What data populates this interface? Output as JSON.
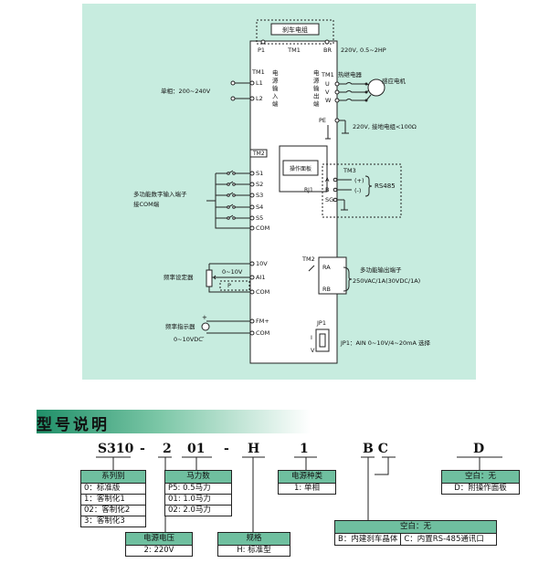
{
  "diagram": {
    "brake_unit": "刹车电组",
    "brake_terms": [
      "P1",
      "TM1",
      "BR"
    ],
    "brake_spec": "220V, 0.5~2HP",
    "tm1_left": "TM1",
    "power_input": "电源输入端",
    "input_terms": [
      "L1",
      "L2"
    ],
    "single_phase": "单相：200~240V",
    "tm1_right": "TM1",
    "power_output": "电源输出端",
    "thermal_relay": "热继电器",
    "motor": "感应电机",
    "output_terms": [
      "U",
      "V",
      "W"
    ],
    "pe": "PE",
    "ground": "220V, 接地电组<100Ω",
    "tm2": "TM2",
    "digital_terms": [
      "S1",
      "S2",
      "S3",
      "S4",
      "S5",
      "COM"
    ],
    "digital_label_1": "多功能数字输入端子",
    "digital_label_2": "接COM端",
    "panel": "操作面板",
    "rj1": "RJ1",
    "tm3": "TM3",
    "rs485_terms": [
      "A",
      "B",
      "SG"
    ],
    "rs485_signs": [
      "(+)",
      "(-)"
    ],
    "rs485": "RS485",
    "analog_terms": [
      "10V",
      "AI1",
      "COM"
    ],
    "analog_range": "0~10V",
    "analog_p": "P",
    "freq_setter": "频率设定器",
    "tm2_relay": "TM2",
    "relay_terms": [
      "RA",
      "RB"
    ],
    "relay_label_1": "多功能输出端子",
    "relay_label_2": "250VAC/1A(30VDC/1A)",
    "fm_terms": [
      "FM+",
      "COM"
    ],
    "fm_plus": "+",
    "fm_minus": "-",
    "freq_meter": "频率指示器",
    "fm_range": "0~10VDC",
    "jp1": "JP1",
    "jp1_i": "I",
    "jp1_v": "V",
    "jp1_note": "JP1：AIN 0~10V/4~20mA 选择"
  },
  "model": {
    "heading": "型号说明",
    "code": [
      "S310",
      "-",
      "2",
      "01",
      "-",
      "H",
      "1",
      "B C",
      "D"
    ],
    "series": {
      "header": "系列别",
      "rows": [
        "0：标准版",
        "1：客制化1",
        "02：客制化2",
        "3：客制化3"
      ]
    },
    "power": {
      "header": "马力数",
      "rows": [
        "P5: 0.5马力",
        "01: 1.0马力",
        "02: 2.0马力"
      ]
    },
    "voltage": {
      "header": "电源电压",
      "rows": [
        "2: 220V"
      ]
    },
    "spec": {
      "header": "规格",
      "rows": [
        "H: 标准型"
      ]
    },
    "phase": {
      "header": "电源种类",
      "rows": [
        "1: 单相"
      ]
    },
    "options": {
      "header": "空白：无",
      "cells": [
        "B：内建刹车晶体",
        "C：内置RS-485通讯口"
      ]
    },
    "panel_opt": {
      "header": "空白：无",
      "rows": [
        "D：附操作面板"
      ]
    }
  }
}
